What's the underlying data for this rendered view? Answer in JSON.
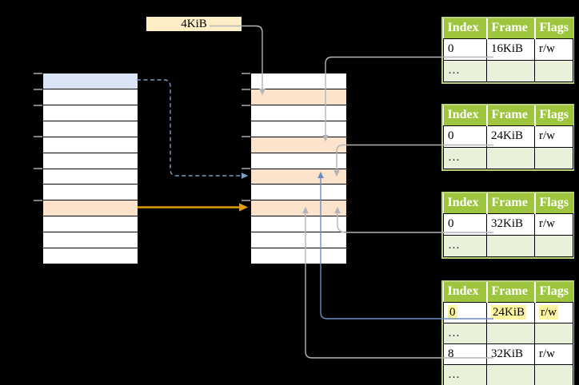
{
  "page": {
    "background": "#000000"
  },
  "size_label": {
    "text": "4KiB"
  },
  "memory_columns": {
    "left": {
      "semantic": "virtual-memory-column",
      "row_count": 12,
      "highlight_rows": {
        "0": "blue",
        "8": "orange"
      },
      "tick_rows": [
        0,
        1,
        2,
        4,
        6,
        8
      ]
    },
    "middle": {
      "semantic": "physical-memory-column",
      "row_count": 12,
      "highlight_rows": {
        "1": "orange",
        "4": "orange",
        "6": "orange",
        "8": "orange"
      },
      "tick_rows": [
        0,
        1,
        2,
        4,
        6,
        8
      ]
    }
  },
  "page_tables": [
    {
      "headers": [
        "Index",
        "Frame",
        "Flags"
      ],
      "rows": [
        {
          "cells": [
            "0",
            "16KiB",
            "r/w"
          ],
          "style": "plain"
        },
        {
          "cells": [
            "…",
            "",
            ""
          ],
          "style": "dots"
        }
      ]
    },
    {
      "headers": [
        "Index",
        "Frame",
        "Flags"
      ],
      "rows": [
        {
          "cells": [
            "0",
            "24KiB",
            "r/w"
          ],
          "style": "plain"
        },
        {
          "cells": [
            "…",
            "",
            ""
          ],
          "style": "dots"
        }
      ]
    },
    {
      "headers": [
        "Index",
        "Frame",
        "Flags"
      ],
      "rows": [
        {
          "cells": [
            "0",
            "32KiB",
            "r/w"
          ],
          "style": "plain"
        },
        {
          "cells": [
            "…",
            "",
            ""
          ],
          "style": "dots"
        }
      ]
    },
    {
      "headers": [
        "Index",
        "Frame",
        "Flags"
      ],
      "rows": [
        {
          "cells": [
            "0",
            "24KiB",
            "r/w"
          ],
          "style": "highlight"
        },
        {
          "cells": [
            "…",
            "",
            ""
          ],
          "style": "dots"
        },
        {
          "cells": [
            "8",
            "32KiB",
            "r/w"
          ],
          "style": "plain"
        },
        {
          "cells": [
            "…",
            "",
            ""
          ],
          "style": "dots"
        }
      ]
    }
  ],
  "arrows": [
    {
      "name": "size-label-to-frame",
      "style": "solid",
      "color": "#b4b4ba"
    },
    {
      "name": "table1-16kib-to-frame",
      "style": "solid",
      "color": "#b4b4ba"
    },
    {
      "name": "table2-24kib-to-frame",
      "style": "solid",
      "color": "#b4b4ba"
    },
    {
      "name": "table3-32kib-to-frame",
      "style": "solid",
      "color": "#b4b4ba"
    },
    {
      "name": "table4-24kib-to-frame",
      "style": "solid",
      "color": "#6b8cc4"
    },
    {
      "name": "table4-32kib-to-frame",
      "style": "solid",
      "color": "#b4b4ba"
    },
    {
      "name": "virtual-page-mapping-dashed",
      "style": "dashed",
      "color": "#7d9dc9"
    },
    {
      "name": "virtual-page-mapping-orange",
      "style": "solid",
      "color": "#df9d00"
    }
  ],
  "colors": {
    "highlight_blue": "#d9e5f5",
    "highlight_orange": "#fce4cc",
    "table_header_green": "#9dc53e",
    "table_dots_green": "#eaf1db",
    "table_border_green": "#b9d37a",
    "label_cream": "#fdeec5",
    "text_highlight_yellow": "#fdf5a0",
    "arrow_gray": "#b4b4ba",
    "arrow_blue": "#6b8cc4",
    "arrow_blue_dashed": "#7d9dc9",
    "arrow_orange": "#df9d00",
    "tick_gray": "#7f7f7f"
  }
}
